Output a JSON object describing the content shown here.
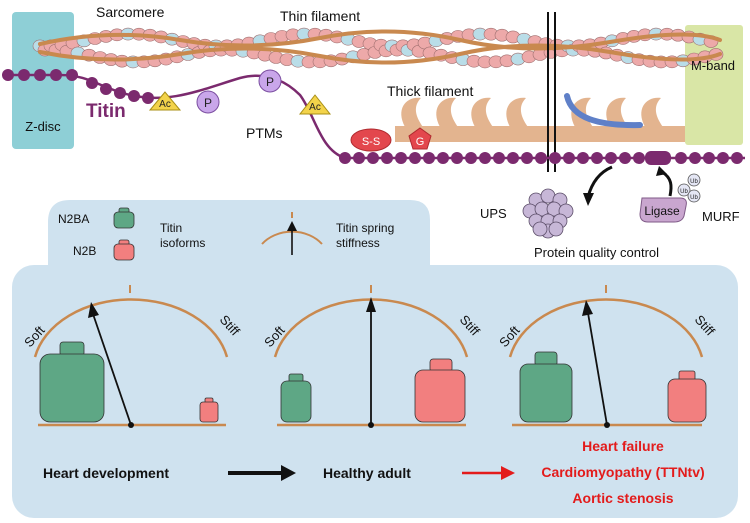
{
  "top": {
    "sarcomere": "Sarcomere",
    "thin_filament": "Thin filament",
    "thick_filament": "Thick filament",
    "zdisc": "Z-disc",
    "mband": "M-band",
    "titin": "Titin",
    "ptms": "PTMs",
    "ptm_badges": {
      "ac": "Ac",
      "p": "P",
      "ss": "S-S",
      "g": "G"
    },
    "ups": "UPS",
    "ligase": "Ligase",
    "ub": "Ub",
    "murf": "MURF",
    "pqc": "Protein quality control"
  },
  "legend": {
    "n2ba": "N2BA",
    "n2b": "N2B",
    "isoforms": [
      "Titin",
      "isoforms"
    ],
    "stiffness": [
      "Titin spring",
      "stiffness"
    ]
  },
  "gauges": {
    "soft": "Soft",
    "stiff": "Stiff"
  },
  "bottom": {
    "heart_development": "Heart development",
    "healthy_adult": "Healthy adult",
    "disease": [
      "Heart failure",
      "Cardiomyopathy (TTNtv)",
      "Aortic stenosis"
    ]
  },
  "colors": {
    "zdisc": "#8ecfd6",
    "mband": "#d9e6a6",
    "titin": "#7b2a6e",
    "actin": "#eda9a9",
    "actin_light": "#b9dde8",
    "tropomyosin": "#c9894f",
    "myosin": "#e3b48f",
    "panel": "#cfe2ef",
    "gauge": "#c9894f",
    "n2ba": "#5ea785",
    "n2b": "#f27f7f",
    "disease": "#e31b1b",
    "ptm_p": "#c9a6ea",
    "ptm_ac": "#f3d34a"
  }
}
